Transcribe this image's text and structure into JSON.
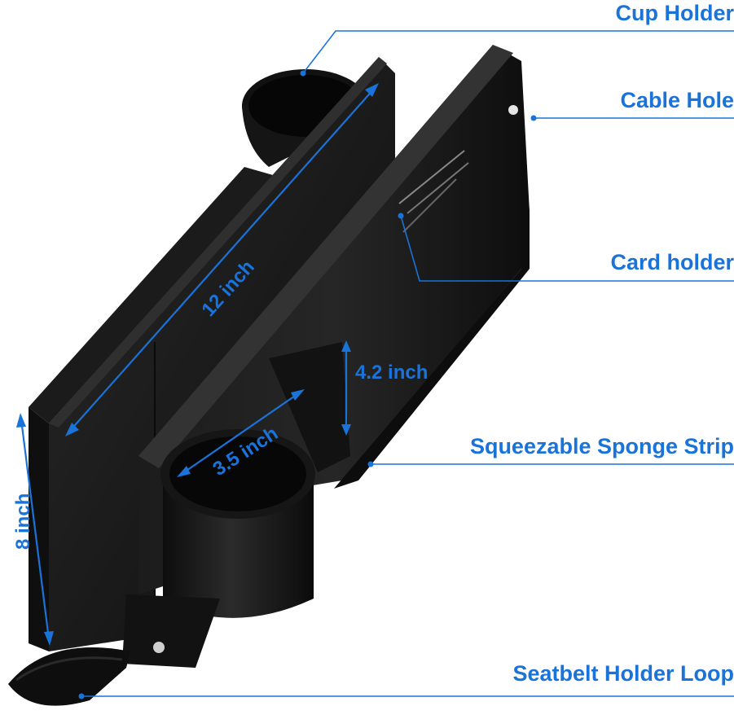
{
  "accent_color": "#1a73d9",
  "product_color": "#141414",
  "callouts": {
    "cup_holder": "Cup Holder",
    "cable_hole": "Cable Hole",
    "card_holder": "Card holder",
    "sponge_strip": "Squeezable Sponge Strip",
    "seatbelt_loop": "Seatbelt Holder Loop"
  },
  "dimensions": {
    "length": "12 inch",
    "height": "8 inch",
    "cup_diameter": "3.5 inch",
    "cup_depth": "4.2 inch"
  }
}
